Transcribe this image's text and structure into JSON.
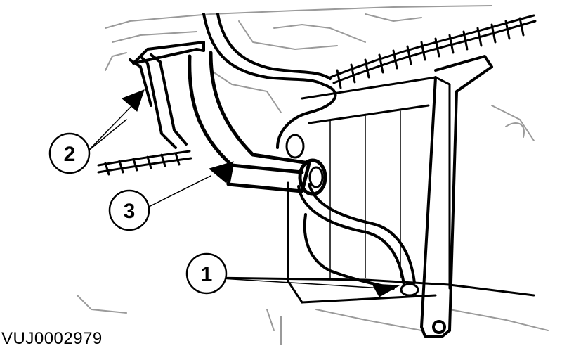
{
  "diagram": {
    "figure_code": "VUJ0002979",
    "callouts": [
      {
        "id": "1",
        "label": "1"
      },
      {
        "id": "2",
        "label": "2"
      },
      {
        "id": "3",
        "label": "3"
      }
    ],
    "colors": {
      "line": "#000000",
      "background": "#ffffff",
      "grey": "#bdbdbd"
    }
  }
}
